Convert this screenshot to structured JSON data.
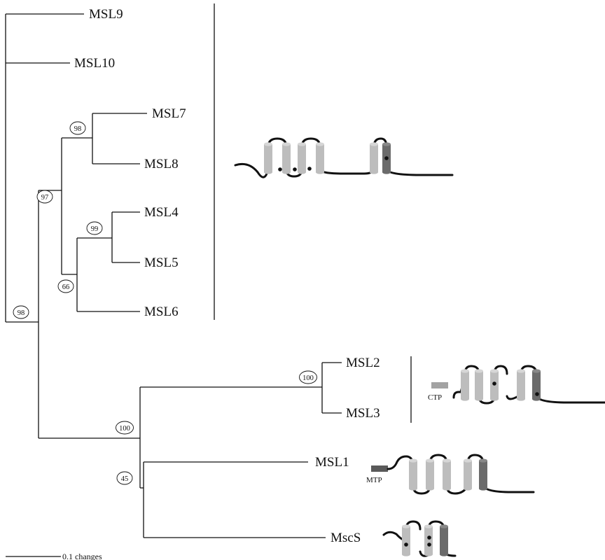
{
  "tree": {
    "leaves": {
      "msl9": "MSL9",
      "msl10": "MSL10",
      "msl7": "MSL7",
      "msl8": "MSL8",
      "msl4": "MSL4",
      "msl5": "MSL5",
      "msl6": "MSL6",
      "msl2": "MSL2",
      "msl3": "MSL3",
      "msl1": "MSL1",
      "mscs": "MscS"
    },
    "bootstrap": {
      "msl7_msl8": "98",
      "msl4_msl5": "99",
      "msl4_msl6": "66",
      "msl7_msl6": "97",
      "root": "98",
      "msl2_msl3": "100",
      "msl2_mscs": "100",
      "msl1_mscs": "45"
    },
    "scale_bar_label": "0.1 changes"
  },
  "topology": {
    "labels": {
      "ctp": "CTP",
      "mtp": "MTP"
    },
    "colors": {
      "light_helix": "#bdbdbd",
      "dark_helix": "#6b6b6b",
      "ctp_box": "#a3a3a3",
      "mtp_box": "#5a5a5a",
      "line": "#111111"
    }
  }
}
